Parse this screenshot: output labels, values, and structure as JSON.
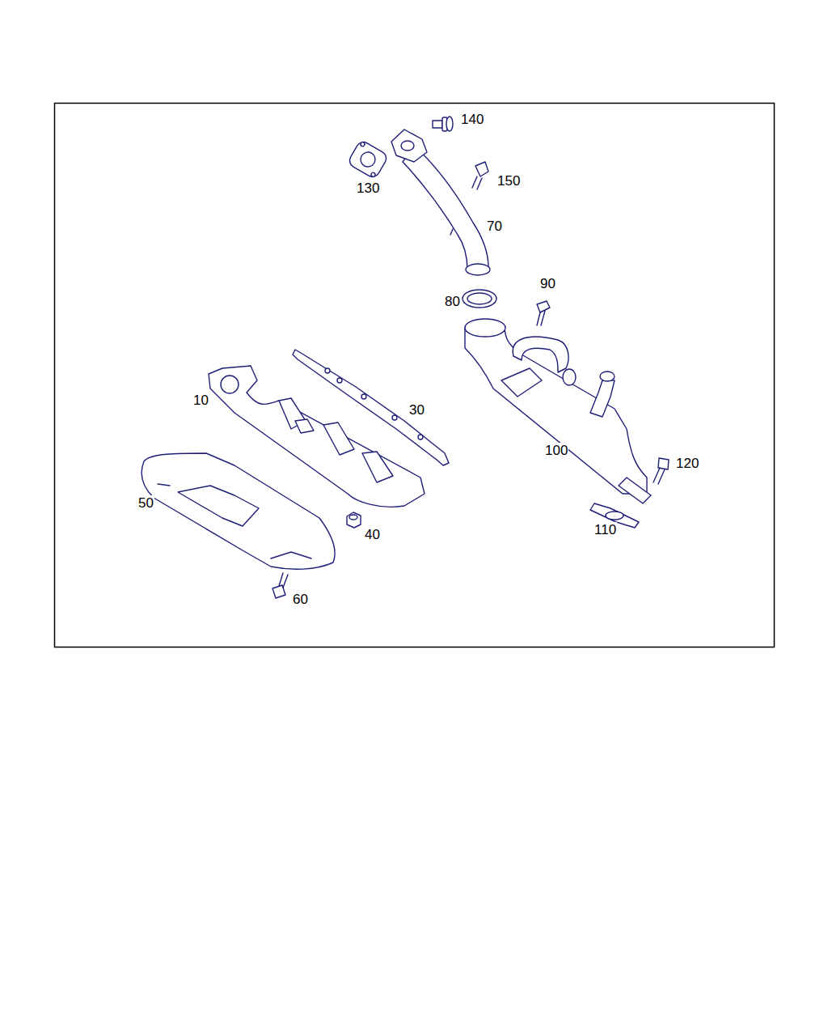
{
  "diagram": {
    "labels": [
      "140",
      "130",
      "150",
      "70",
      "90",
      "80",
      "10",
      "30",
      "100",
      "120",
      "50",
      "40",
      "110",
      "60"
    ]
  }
}
